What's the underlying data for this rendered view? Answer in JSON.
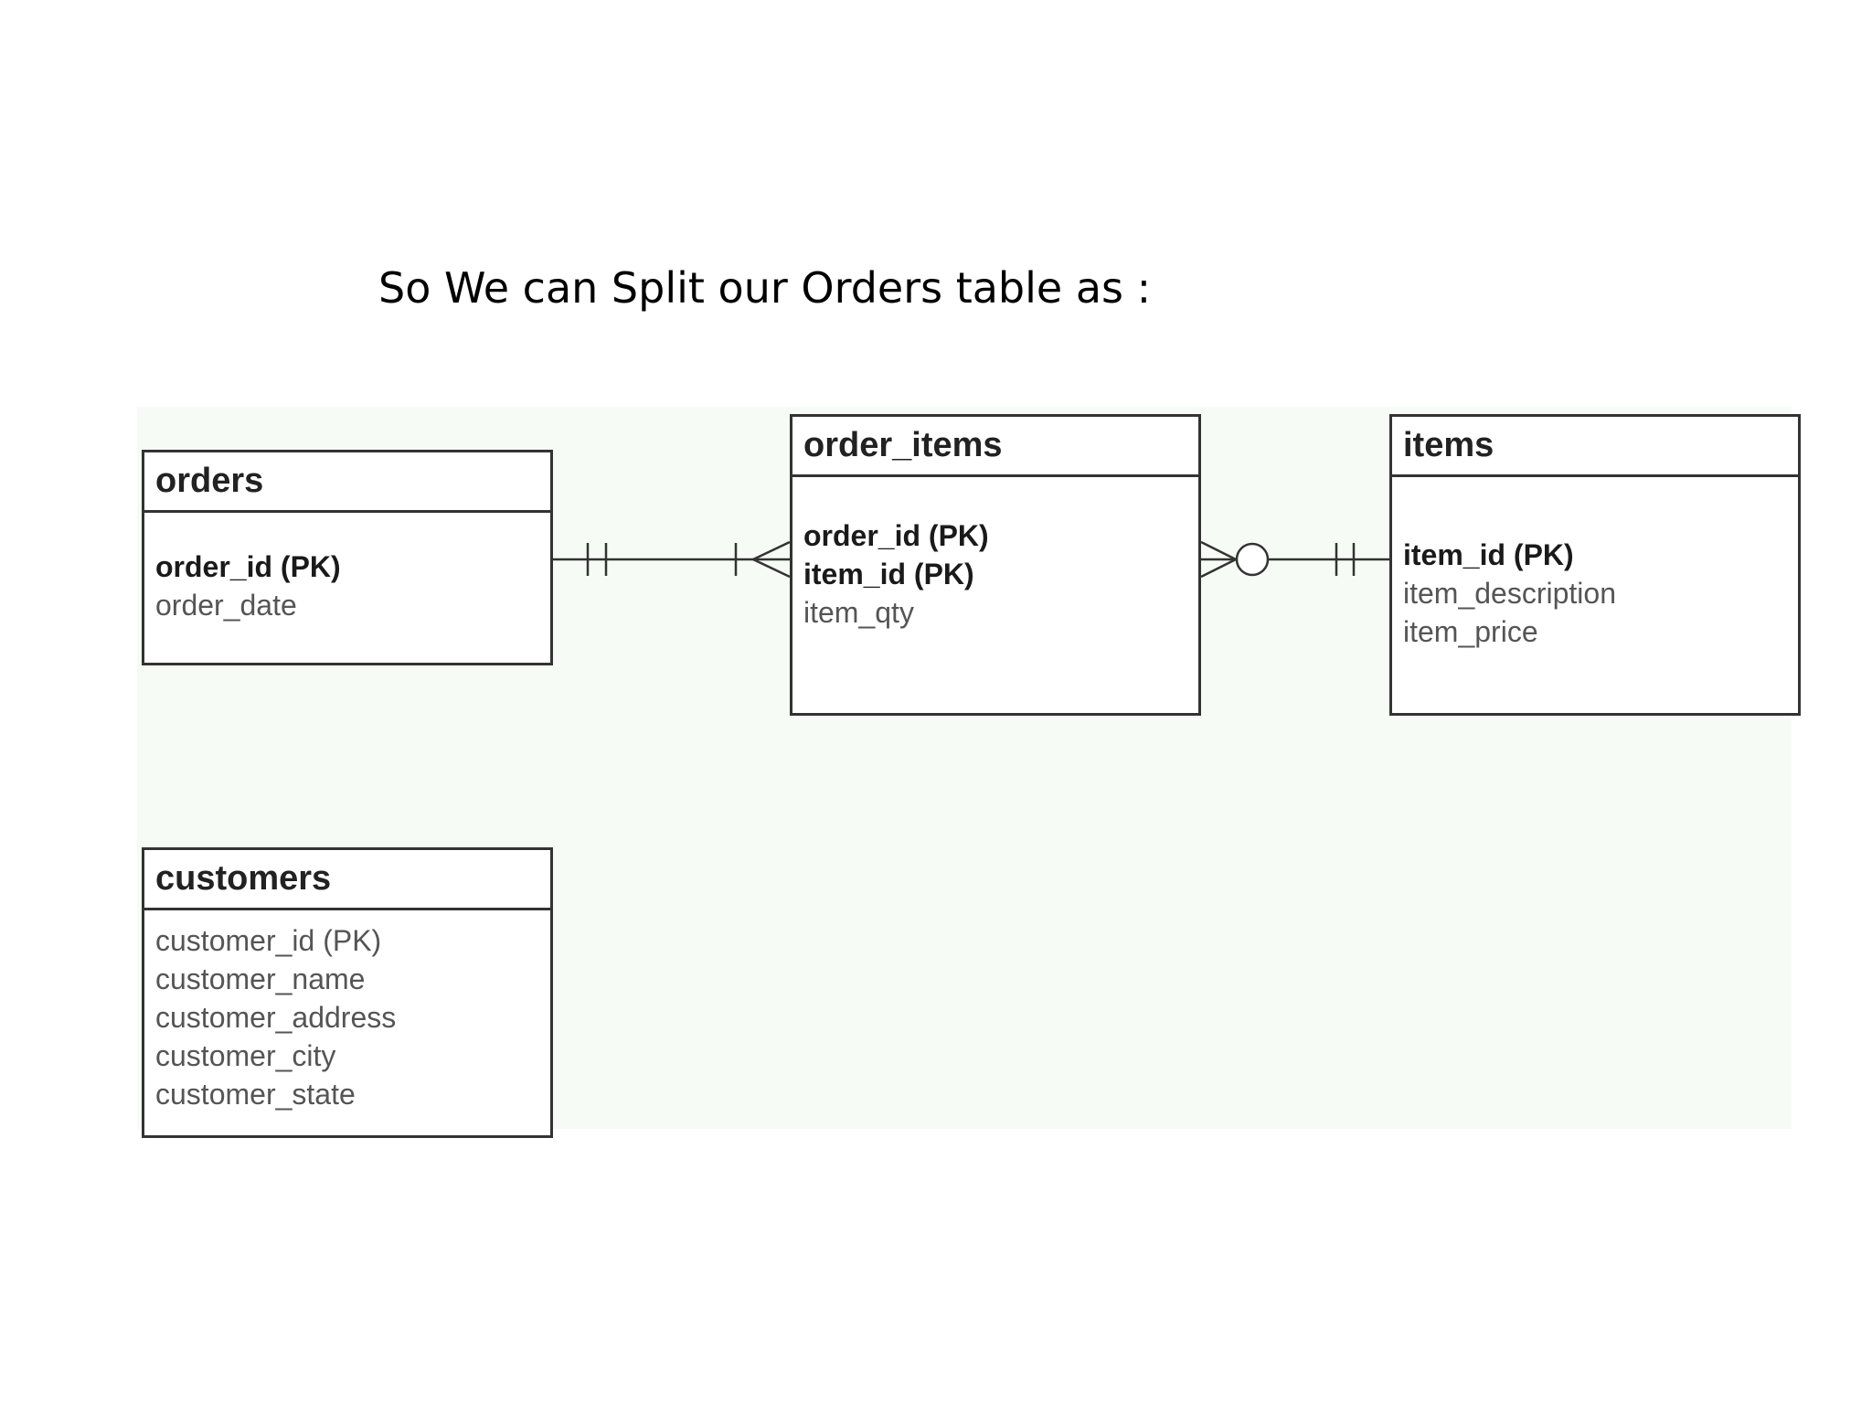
{
  "slide": {
    "title": "So We can Split our Orders table as :"
  },
  "entities": {
    "orders": {
      "name": "orders",
      "fields": [
        {
          "label": "order_id (PK)",
          "bold": true
        },
        {
          "label": "order_date",
          "bold": false
        }
      ]
    },
    "order_items": {
      "name": "order_items",
      "fields": [
        {
          "label": "order_id (PK)",
          "bold": true
        },
        {
          "label": "item_id (PK)",
          "bold": true
        },
        {
          "label": "item_qty",
          "bold": false
        }
      ]
    },
    "items": {
      "name": "items",
      "fields": [
        {
          "label": "item_id (PK)",
          "bold": true
        },
        {
          "label": "item_description",
          "bold": false
        },
        {
          "label": "item_price",
          "bold": false
        }
      ]
    },
    "customers": {
      "name": "customers",
      "fields": [
        {
          "label": "customer_id (PK)",
          "bold": false
        },
        {
          "label": "customer_name",
          "bold": false
        },
        {
          "label": "customer_address",
          "bold": false
        },
        {
          "label": "customer_city",
          "bold": false
        },
        {
          "label": "customer_state",
          "bold": false
        }
      ]
    }
  },
  "relationships": [
    {
      "from": "orders",
      "to": "order_items",
      "from_cardinality": "exactly-one",
      "to_cardinality": "one-or-many"
    },
    {
      "from": "order_items",
      "to": "items",
      "from_cardinality": "zero-or-many",
      "to_cardinality": "exactly-one"
    }
  ],
  "colors": {
    "line": "#333333",
    "diagram_background": "#f6fbf6"
  }
}
